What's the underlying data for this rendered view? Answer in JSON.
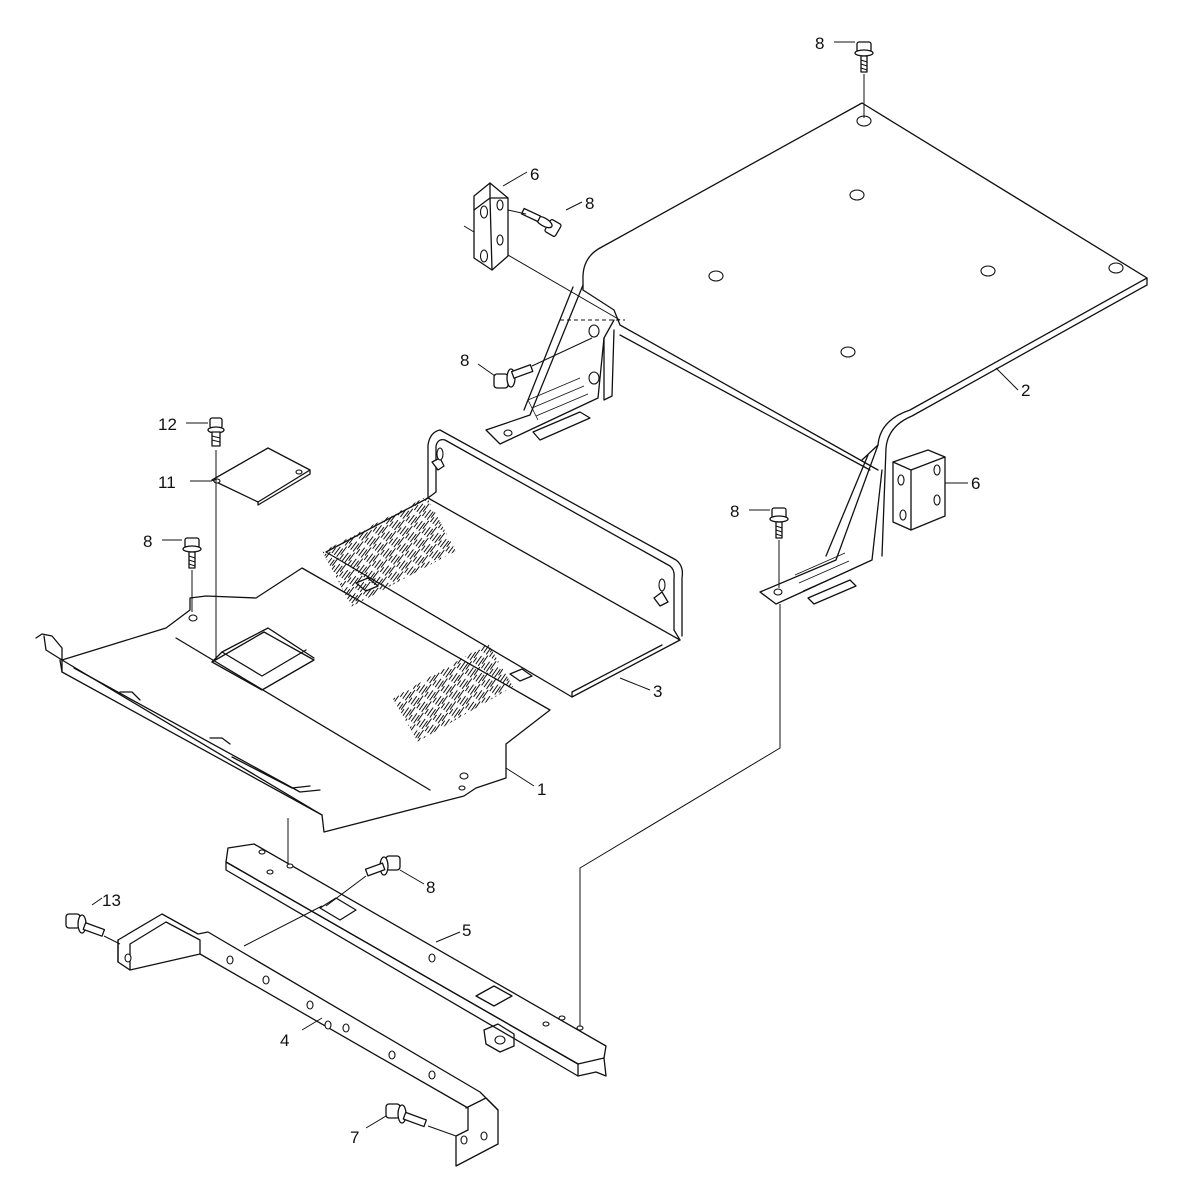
{
  "diagram": {
    "callouts": {
      "c1": "1",
      "c2": "2",
      "c3": "3",
      "c4": "4",
      "c5": "5",
      "c6a": "6",
      "c6b": "6",
      "c7": "7",
      "c8a": "8",
      "c8b": "8",
      "c8c": "8",
      "c8d": "8",
      "c8e": "8",
      "c8f": "8",
      "c11": "11",
      "c12": "12",
      "c13": "13"
    }
  }
}
